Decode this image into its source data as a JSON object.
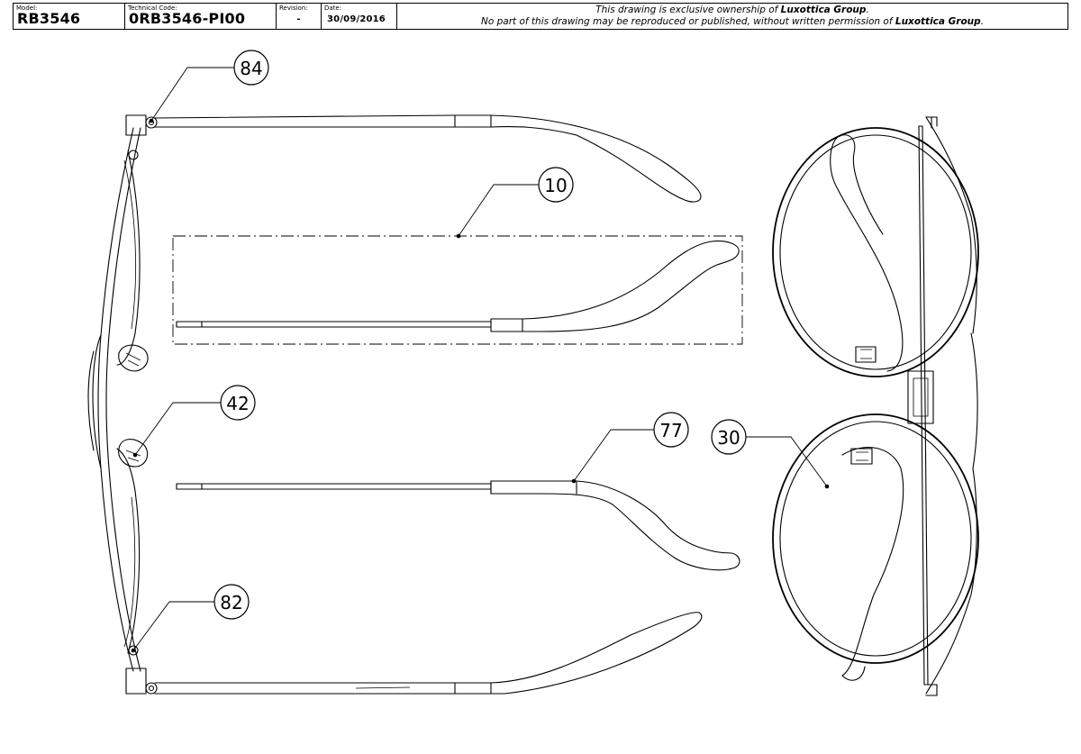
{
  "title_block": {
    "model": {
      "caption": "Model:",
      "value": "RB3546"
    },
    "technical_code": {
      "caption": "Technical Code:",
      "value": "0RB3546-PI00"
    },
    "revision": {
      "caption": "Revision:",
      "value": "-"
    },
    "date": {
      "caption": "Date:",
      "value": "30/09/2016"
    },
    "notice_line1": {
      "pre": "This drawing is exclusive ownership of ",
      "owner": "Luxottica Group",
      "post": "."
    },
    "notice_line2": {
      "pre": "No part of this drawing may be reproduced or published, without written permission of ",
      "owner": "Luxottica Group",
      "post": "."
    }
  },
  "callouts": [
    {
      "id": "84"
    },
    {
      "id": "10"
    },
    {
      "id": "42"
    },
    {
      "id": "77"
    },
    {
      "id": "30"
    },
    {
      "id": "82"
    }
  ]
}
